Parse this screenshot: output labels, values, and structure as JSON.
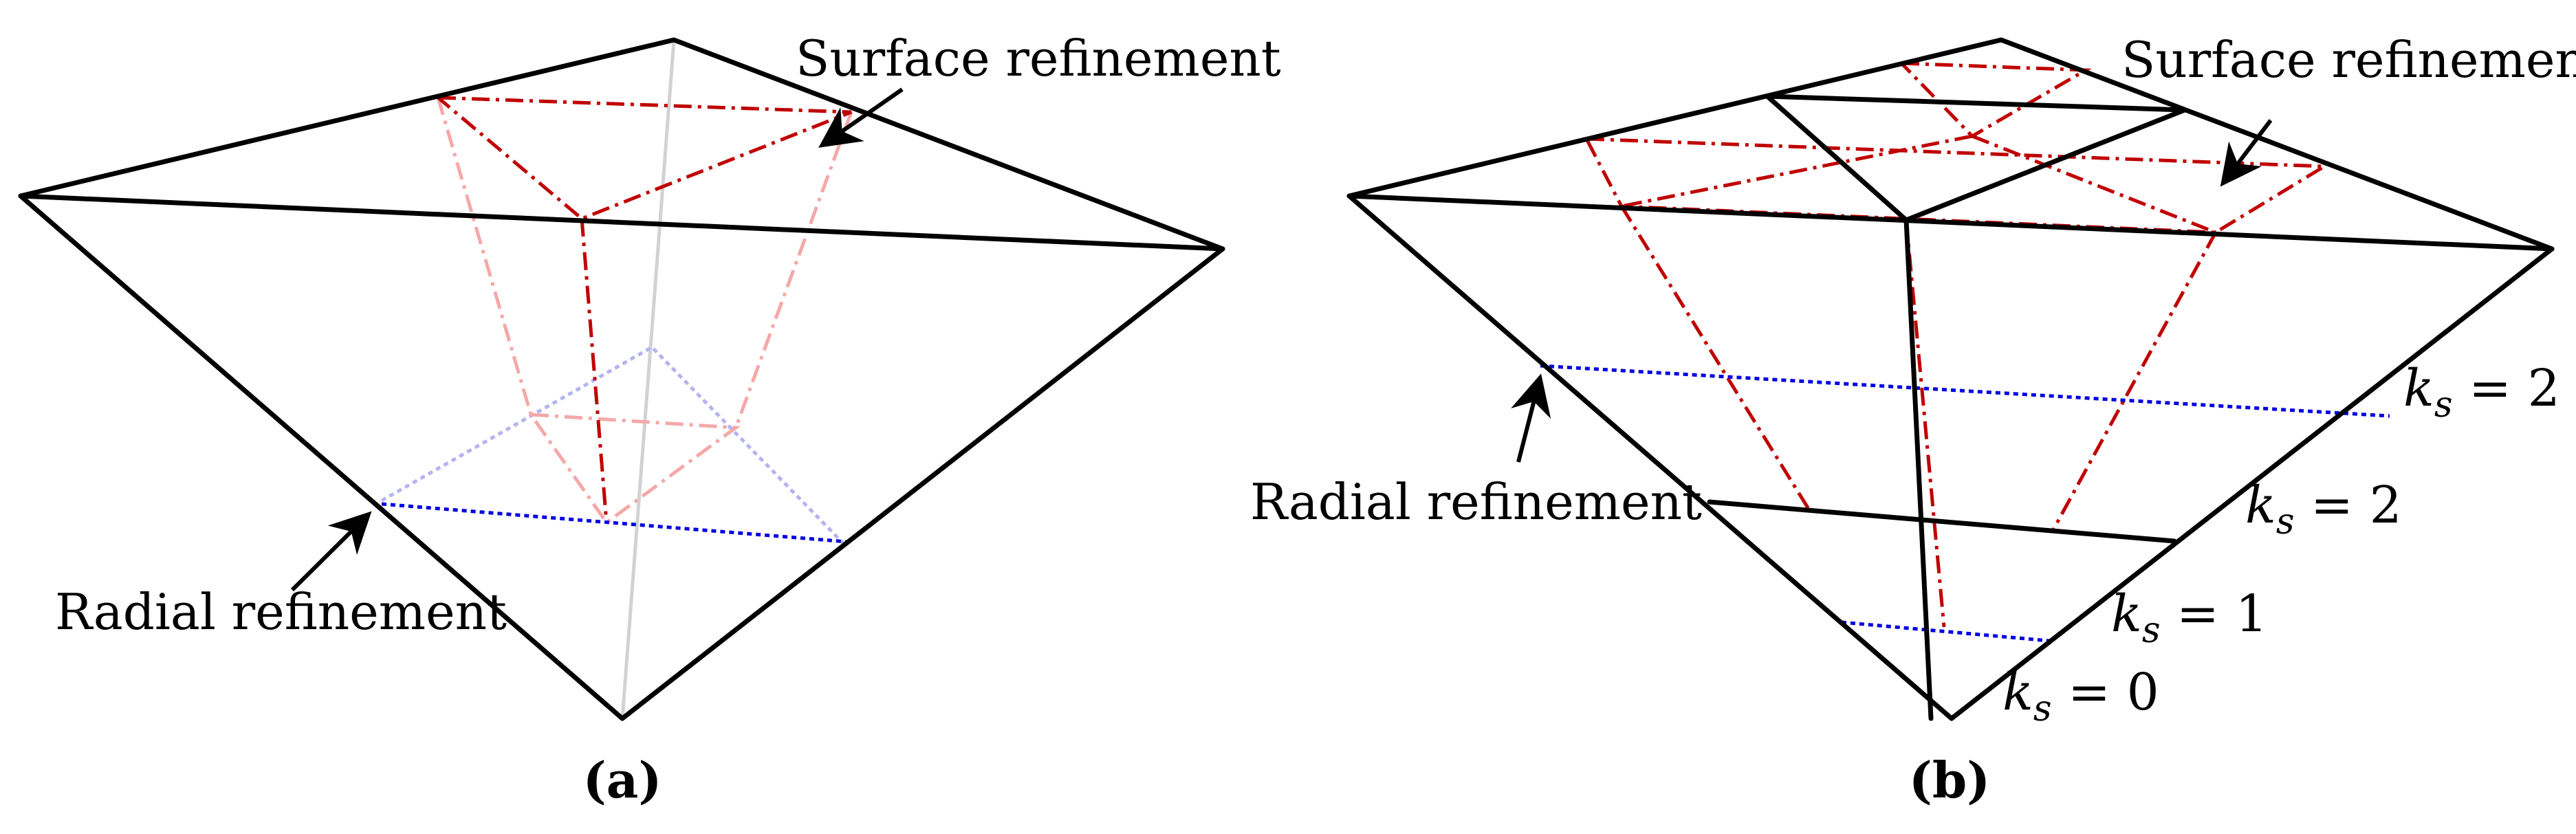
{
  "panels": [
    {
      "caption": "(a)",
      "annotations": {
        "surface": "Surface refinement",
        "radial": "Radial refinement"
      }
    },
    {
      "caption": "(b)",
      "annotations": {
        "surface": "Surface refinement",
        "radial": "Radial refinement"
      },
      "level_labels": [
        {
          "var": "k",
          "sub": "s",
          "eq": " = 2"
        },
        {
          "var": "k",
          "sub": "s",
          "eq": " = 2"
        },
        {
          "var": "k",
          "sub": "s",
          "eq": " = 1"
        },
        {
          "var": "k",
          "sub": "s",
          "eq": " = 0"
        }
      ]
    }
  ],
  "colors": {
    "edge": "#000000",
    "surface_refinement": "#c00000",
    "surface_refinement_hidden": "#f5a8a8",
    "radial_refinement": "#0000e0",
    "radial_refinement_hidden": "#b4b4f0",
    "hidden_edge": "#d2d2d2"
  }
}
